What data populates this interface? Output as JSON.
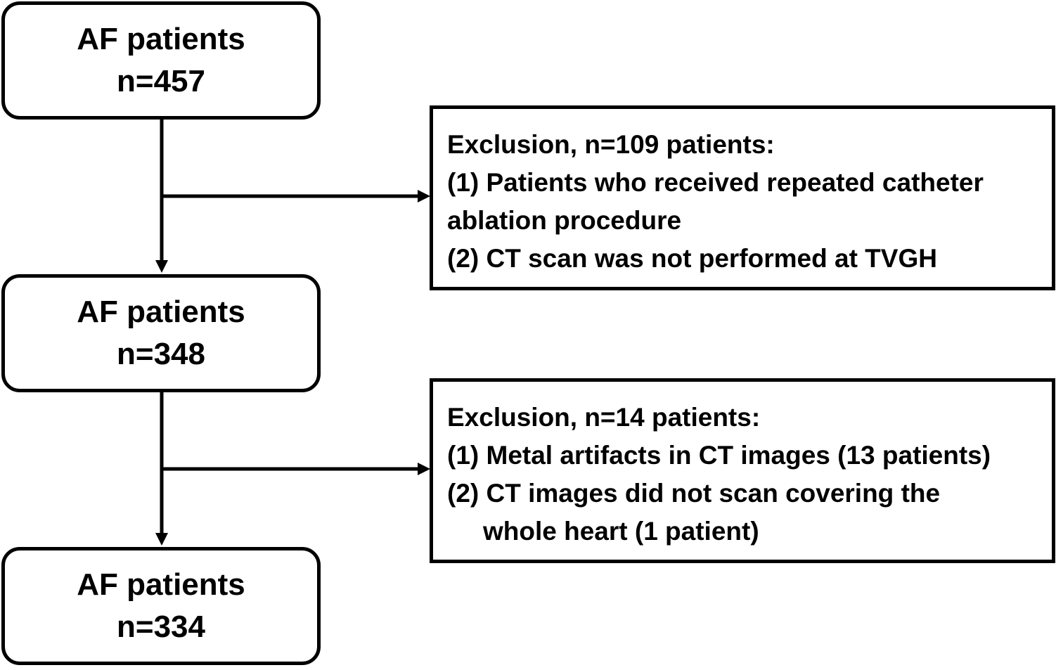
{
  "nodes": [
    {
      "title": "AF patients",
      "count": "n=457"
    },
    {
      "title": "AF patients",
      "count": "n=348"
    },
    {
      "title": "AF patients",
      "count": "n=334"
    }
  ],
  "exclusions": [
    {
      "lines": [
        "Exclusion, n=109 patients:",
        "(1) Patients who received repeated catheter",
        "ablation procedure",
        "(2) CT scan was not performed at TVGH"
      ]
    },
    {
      "lines": [
        "Exclusion, n=14 patients:",
        "(1) Metal artifacts in CT images (13 patients)",
        "(2) CT images did not scan covering the",
        "whole heart (1 patient)"
      ]
    }
  ]
}
